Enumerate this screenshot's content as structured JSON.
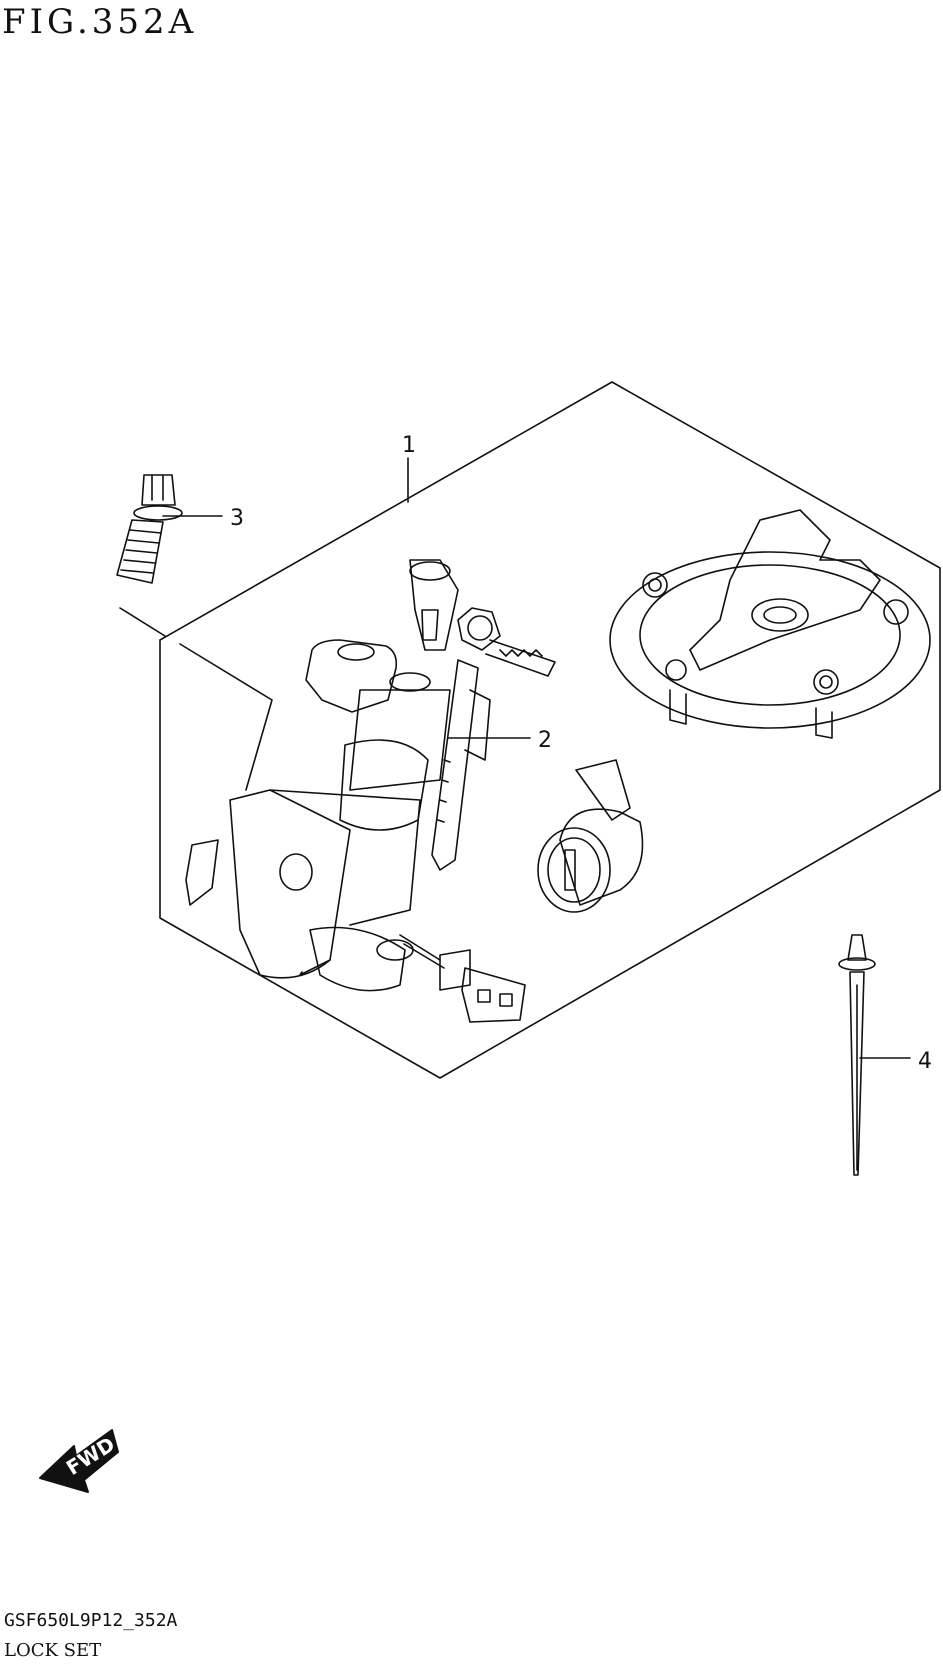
{
  "figure": {
    "title": "FIG.352A"
  },
  "callouts": [
    {
      "id": "1",
      "label": "1"
    },
    {
      "id": "2",
      "label": "2"
    },
    {
      "id": "3",
      "label": "3"
    },
    {
      "id": "4",
      "label": "4"
    }
  ],
  "badge": {
    "label": "FWD"
  },
  "footer": {
    "code": "GSF650L9P12_352A",
    "name": "LOCK SET"
  },
  "icons": [
    "fwd-arrow-icon"
  ]
}
